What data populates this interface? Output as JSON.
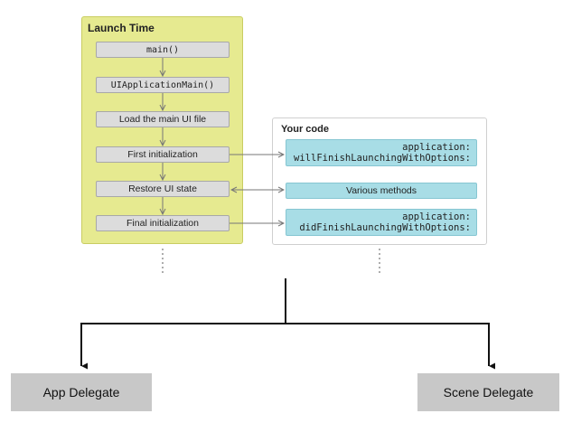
{
  "launch": {
    "title": "Launch Time",
    "steps": [
      "main()",
      "UIApplicationMain()",
      "Load the main UI file",
      "First initialization",
      "Restore UI state",
      "Final initialization"
    ]
  },
  "code": {
    "title": "Your code",
    "will_line1": "application:",
    "will_line2": "willFinishLaunchingWithOptions:",
    "various": "Various methods",
    "did_line1": "application:",
    "did_line2": "didFinishLaunchingWithOptions:"
  },
  "delegates": {
    "app": "App Delegate",
    "scene": "Scene Delegate"
  },
  "colors": {
    "launch_bg": "#e6ea90",
    "code_box": "#a8dde6",
    "step_bg": "#dcdcdc",
    "delegate_bg": "#c8c8c8"
  }
}
